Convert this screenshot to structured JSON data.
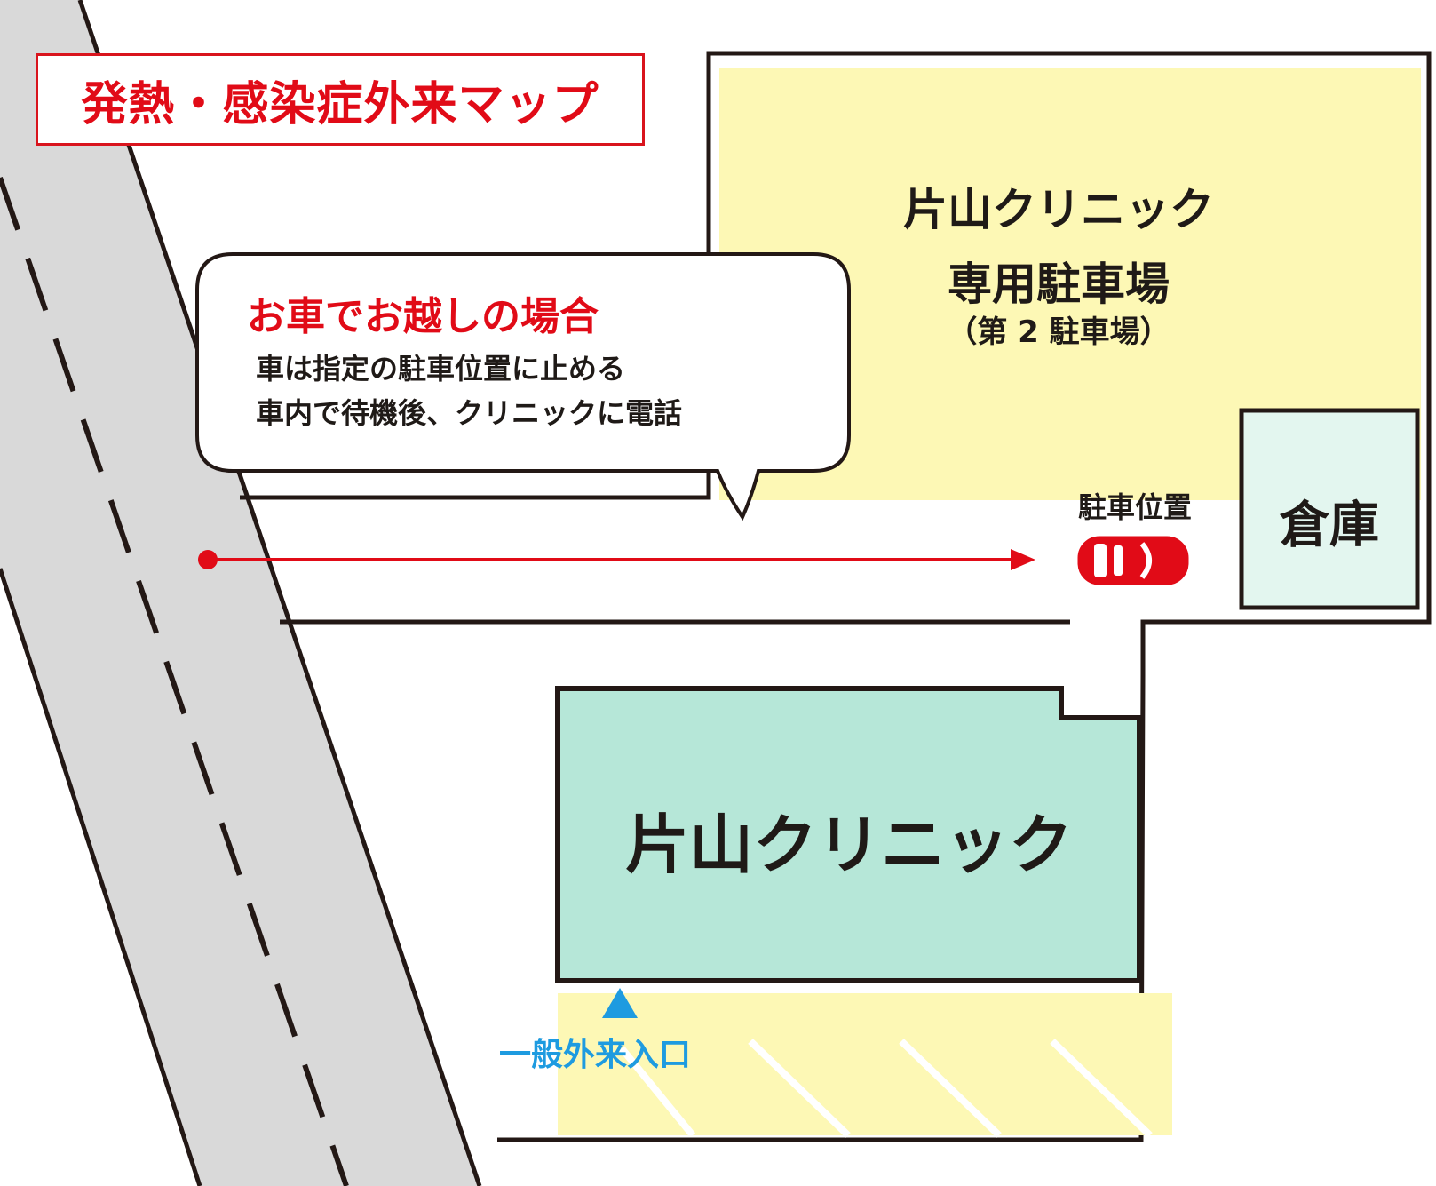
{
  "map": {
    "title": "発熱・感染症外来マップ",
    "bubble": {
      "heading": "お車でお越しの場合",
      "line1": "車は指定の駐車位置に止める",
      "line2": "車内で待機後、クリニックに電話"
    },
    "parking_lot": {
      "name": "片山クリニック",
      "subtitle": "専用駐車場",
      "note": "（第 2 駐車場）"
    },
    "parking_spot_label": "駐車位置",
    "storage_label": "倉庫",
    "clinic_label": "片山クリニック",
    "entrance_label": "一般外来入口",
    "colors": {
      "road": "#d9d9d9",
      "parking": "#fdf8b5",
      "clinic": "#b6e7d8",
      "storage": "#e3f6ef",
      "accent_red": "#e10b17",
      "entrance_blue": "#1e9be0",
      "outline": "#231815"
    },
    "icons": [
      "car-icon",
      "arrow-right-icon",
      "triangle-up-icon"
    ]
  }
}
